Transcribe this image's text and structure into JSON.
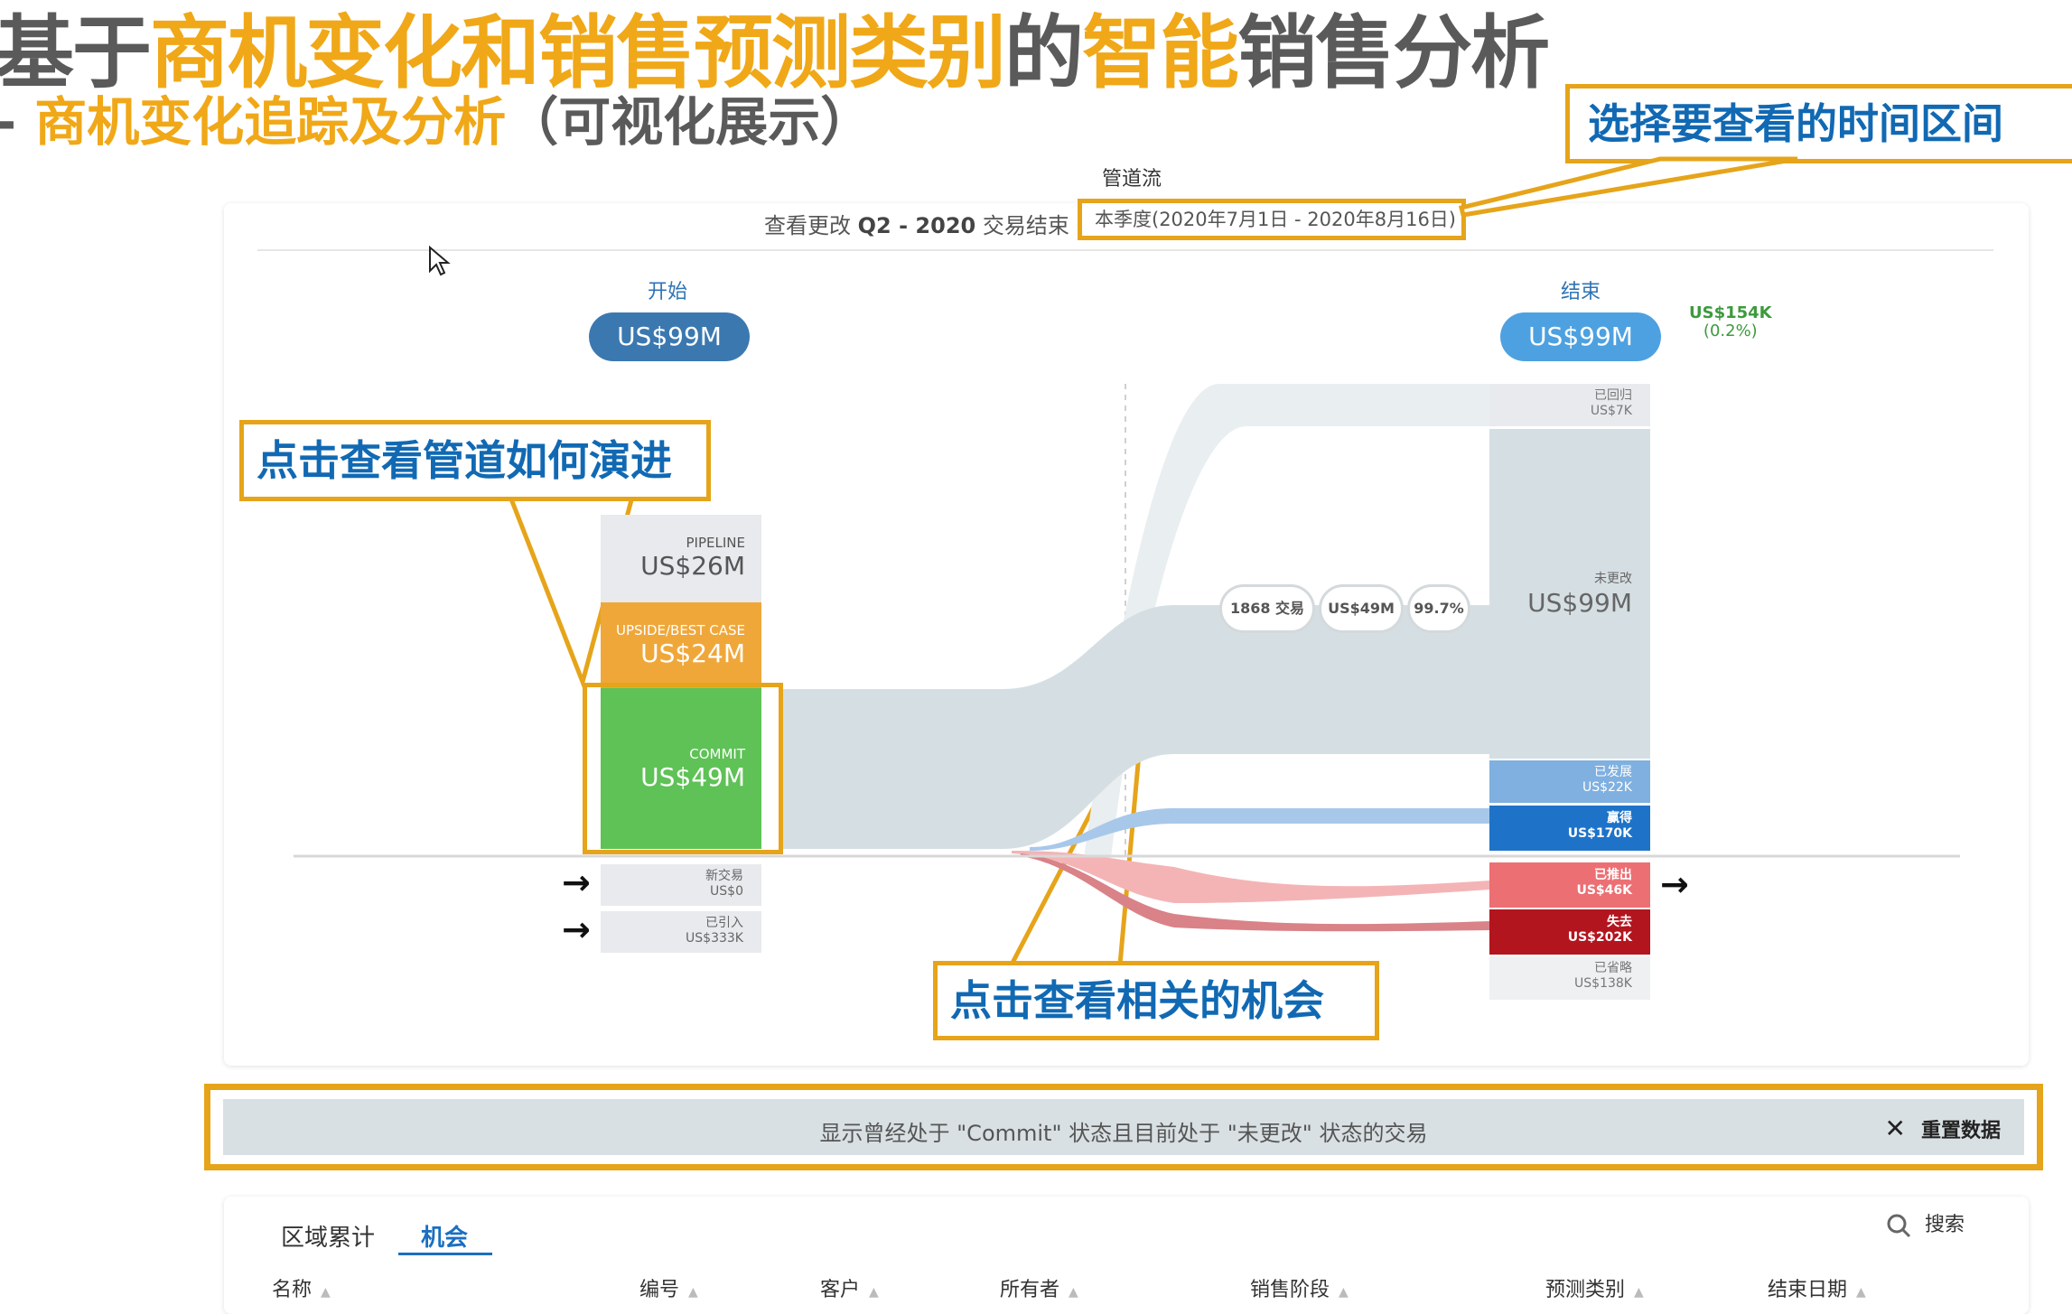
{
  "slide": {
    "title_parts": [
      {
        "text": "基于",
        "accent": false
      },
      {
        "text": "商机变化和销售预测类别",
        "accent": true
      },
      {
        "text": "的",
        "accent": false
      },
      {
        "text": "智能",
        "accent": true
      },
      {
        "text": "销售分析",
        "accent": false
      }
    ],
    "subtitle_bullet": "-",
    "subtitle_accent": "商机变化追踪及分析",
    "subtitle_rest": "（可视化展示）"
  },
  "callouts": {
    "time_range": "选择要查看的时间区间",
    "pipeline": "点击查看管道如何演进",
    "related": "点击查看相关的机会"
  },
  "flow": {
    "heading": "管道流",
    "view_prefix": "查看更改",
    "period": "Q2 - 2020",
    "close_label": "交易结束",
    "date_range": "本季度(2020年7月1日 - 2020年8月16日)",
    "start_label": "开始",
    "start_value": "US$99M",
    "end_label": "结束",
    "end_value": "US$99M",
    "delta_value": "US$154K",
    "delta_pct": "(0.2%)",
    "start_segments": [
      {
        "label": "PIPELINE",
        "value": "US$26M"
      },
      {
        "label": "UPSIDE/BEST CASE",
        "value": "US$24M"
      },
      {
        "label": "COMMIT",
        "value": "US$49M"
      }
    ],
    "inflow": [
      {
        "label": "新交易",
        "value": "US$0"
      },
      {
        "label": "已引入",
        "value": "US$333K"
      }
    ],
    "end_segments": [
      {
        "label": "已回归",
        "value": "US$7K"
      },
      {
        "label": "未更改",
        "value": "US$99M"
      },
      {
        "label": "已发展",
        "value": "US$22K"
      },
      {
        "label": "赢得",
        "value": "US$170K"
      },
      {
        "label": "已推出",
        "value": "US$46K"
      },
      {
        "label": "失去",
        "value": "US$202K"
      },
      {
        "label": "已省略",
        "value": "US$138K"
      }
    ],
    "flow_stats": {
      "deals": "1868 交易",
      "amount": "US$49M",
      "pct": "99.7%"
    }
  },
  "filter_bar": {
    "text": "显示曾经处于 \"Commit\" 状态且目前处于 \"未更改\" 状态的交易",
    "reset_label": "重置数据"
  },
  "table": {
    "tabs": [
      "区域累计",
      "机会"
    ],
    "active_tab": 1,
    "search_label": "搜索",
    "columns": [
      "名称",
      "编号",
      "客户",
      "所有者",
      "销售阶段",
      "预测类别",
      "结束日期"
    ]
  },
  "colors": {
    "accent_orange": "#f0a818",
    "callout_border": "#e6a41a",
    "callout_text": "#1169b3",
    "pipeline": "#e8eaed",
    "upside": "#f0a73a",
    "commit": "#5ec256",
    "won": "#1e73c8",
    "developed": "#7fb0e0",
    "pushed": "#ec6f73",
    "lost": "#b3151f",
    "unchanged": "#d5dfe3"
  },
  "icons": {
    "cursor": "cursor-arrow-icon",
    "arrow": "arrow-right-icon",
    "close": "close-icon",
    "search": "search-icon",
    "sort": "sort-icon"
  }
}
